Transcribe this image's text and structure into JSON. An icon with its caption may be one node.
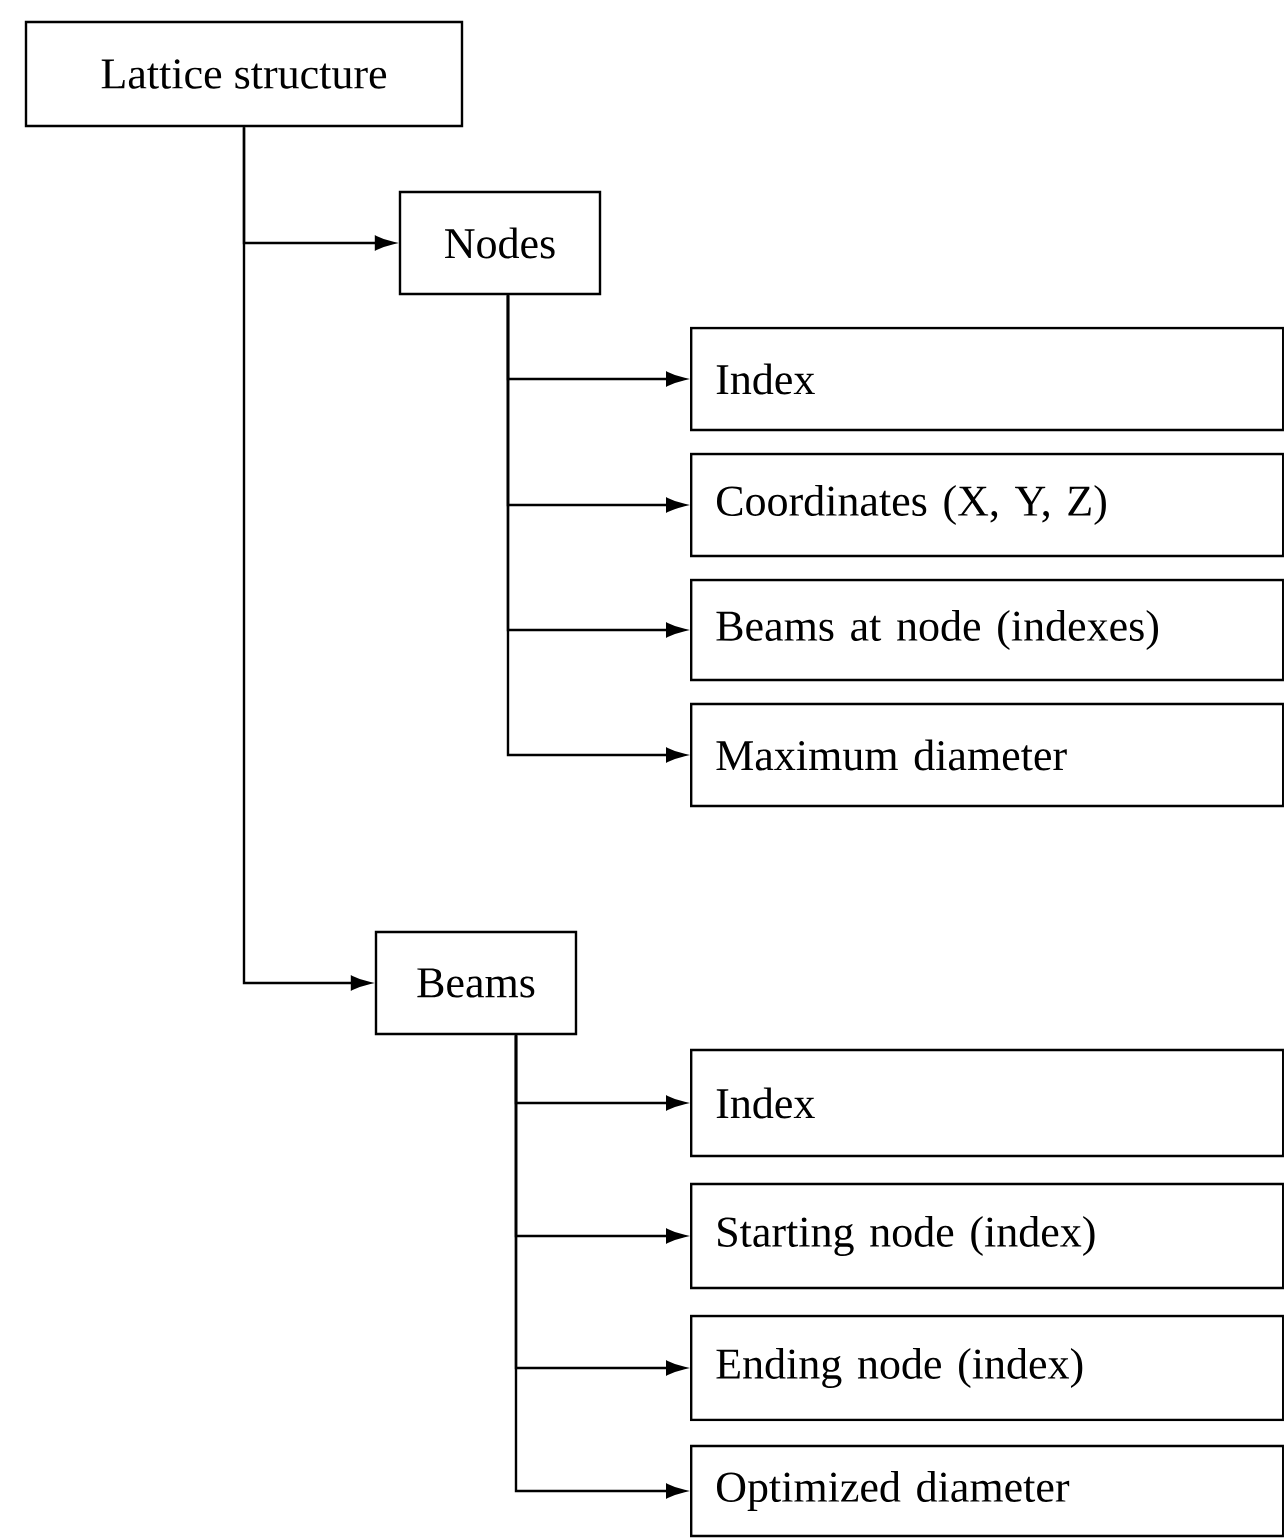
{
  "diagram": {
    "nodes": [
      {
        "text": [
          "Lattice structure"
        ]
      },
      {
        "text": [
          "Nodes"
        ]
      },
      {
        "text": [
          "Index"
        ]
      },
      {
        "text": [
          "Coordinates (X, Y, Z)"
        ]
      },
      {
        "text": [
          "Beams at node (indexes)"
        ]
      },
      {
        "text": [
          "Maximum diameter"
        ]
      },
      {
        "text": [
          "Beams"
        ]
      },
      {
        "text": [
          "Index"
        ]
      },
      {
        "text": [
          "Starting node (index)"
        ]
      },
      {
        "text": [
          "Ending node (index)"
        ]
      },
      {
        "text": [
          "Optimized diameter"
        ]
      }
    ],
    "edges": [
      {
        "from": 0,
        "to": 1,
        "arrow": "to"
      },
      {
        "from": 0,
        "to": 6,
        "arrow": "to"
      },
      {
        "from": 1,
        "to": 2,
        "arrow": "to"
      },
      {
        "from": 1,
        "to": 3,
        "arrow": "to"
      },
      {
        "from": 1,
        "to": 4,
        "arrow": "to"
      },
      {
        "from": 1,
        "to": 5,
        "arrow": "to"
      },
      {
        "from": 6,
        "to": 7,
        "arrow": "to"
      },
      {
        "from": 6,
        "to": 8,
        "arrow": "to"
      },
      {
        "from": 6,
        "to": 9,
        "arrow": "to"
      },
      {
        "from": 6,
        "to": 10,
        "arrow": "to"
      }
    ]
  }
}
